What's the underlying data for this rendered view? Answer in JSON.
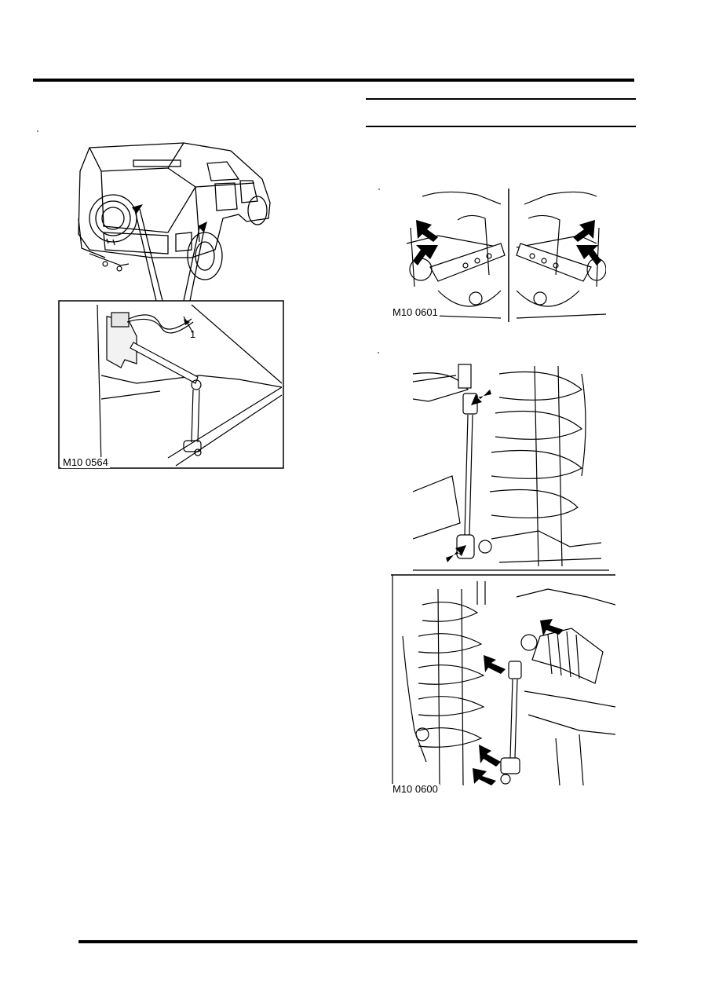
{
  "figures": {
    "height_sensor": {
      "caption": "M10 0564",
      "callout": "1"
    },
    "front_upper": {
      "caption": "M10 0601"
    },
    "front_link": {
      "caption": ""
    },
    "rear_link": {
      "caption": "M10 0600"
    }
  }
}
